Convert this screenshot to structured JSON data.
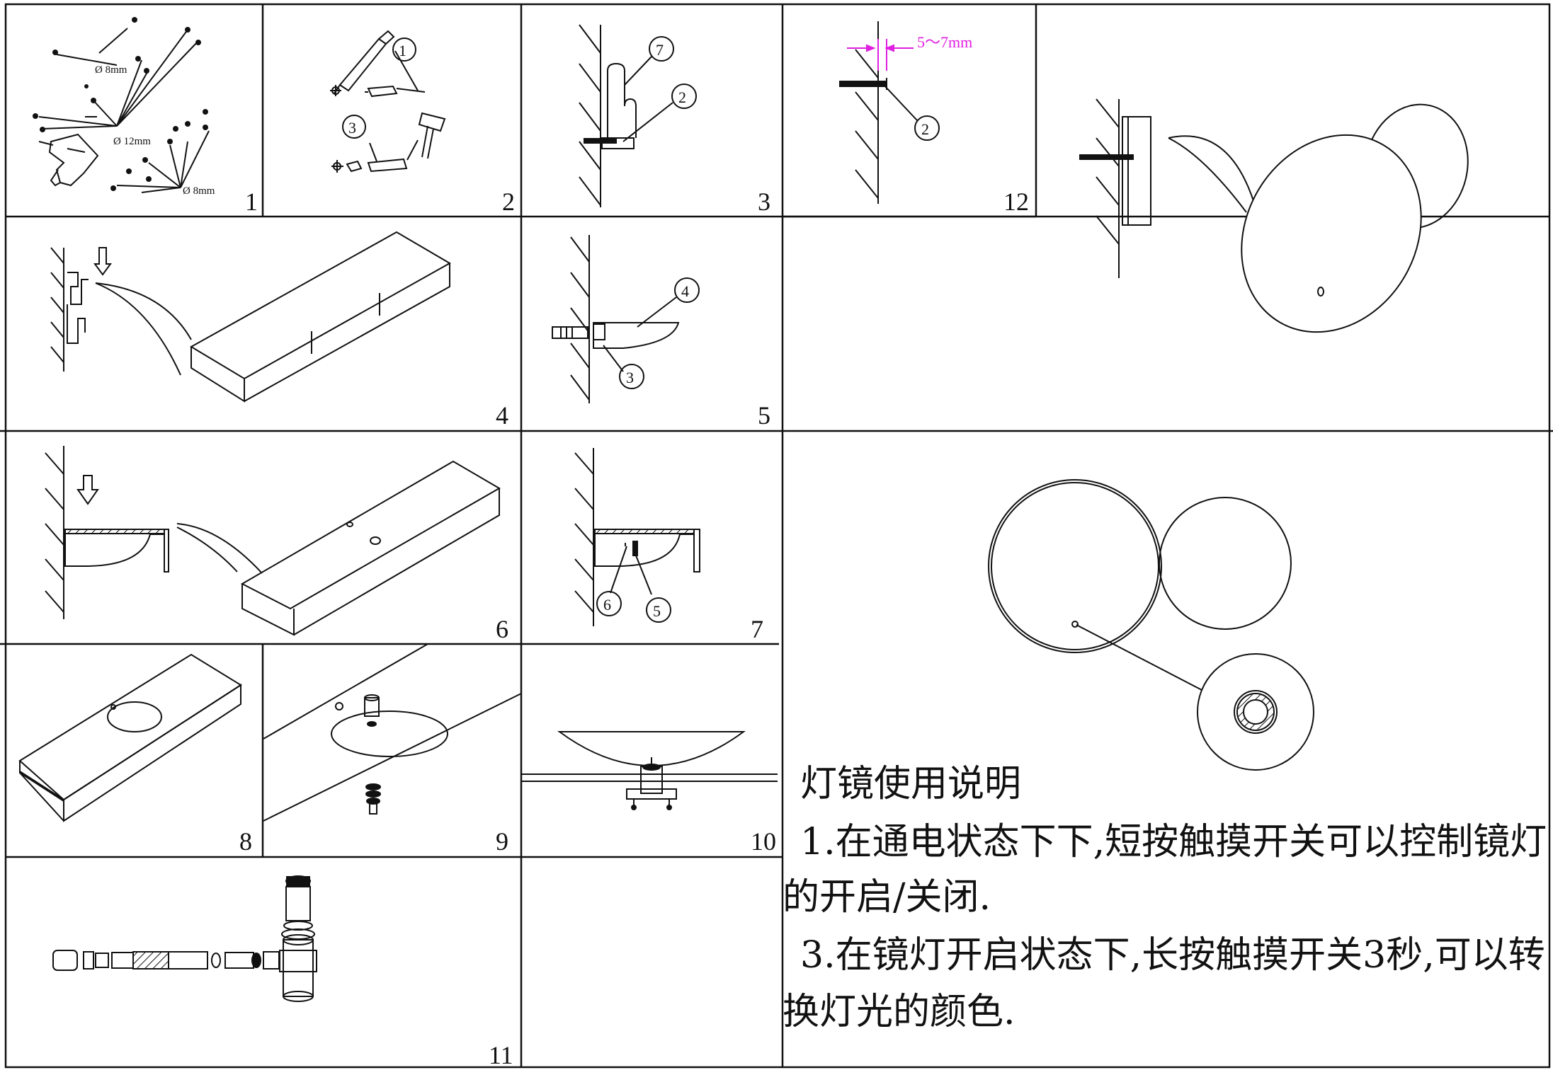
{
  "steps": {
    "s1": {
      "num": "1",
      "d8a": "Ø 8mm",
      "d12": "Ø 12mm",
      "d8b": "Ø 8mm"
    },
    "s2": {
      "num": "2",
      "c1": "1",
      "c3": "3"
    },
    "s3": {
      "num": "3",
      "c7": "7",
      "c2": "2"
    },
    "s12": {
      "num": "12",
      "gap": "5～7mm",
      "c2": "2"
    },
    "s4": {
      "num": "4"
    },
    "s5": {
      "num": "5",
      "c4": "4",
      "c3": "3"
    },
    "s6": {
      "num": "6"
    },
    "s7": {
      "num": "7",
      "c6": "6",
      "c5": "5"
    },
    "s8": {
      "num": "8"
    },
    "s9": {
      "num": "9"
    },
    "s10": {
      "num": "10"
    },
    "s11": {
      "num": "11"
    }
  },
  "instructions": {
    "title": "灯镜使用说明",
    "l1": "1.在通电状态下下,短按触摸开关可以控制镜灯",
    "l2": "的开启/关闭.",
    "l3": "3.在镜灯开启状态下,长按触摸开关3秒,可以转",
    "l4": "换灯光的颜色."
  },
  "colors": {
    "line": "#111111",
    "dimension": "#e020e0"
  }
}
